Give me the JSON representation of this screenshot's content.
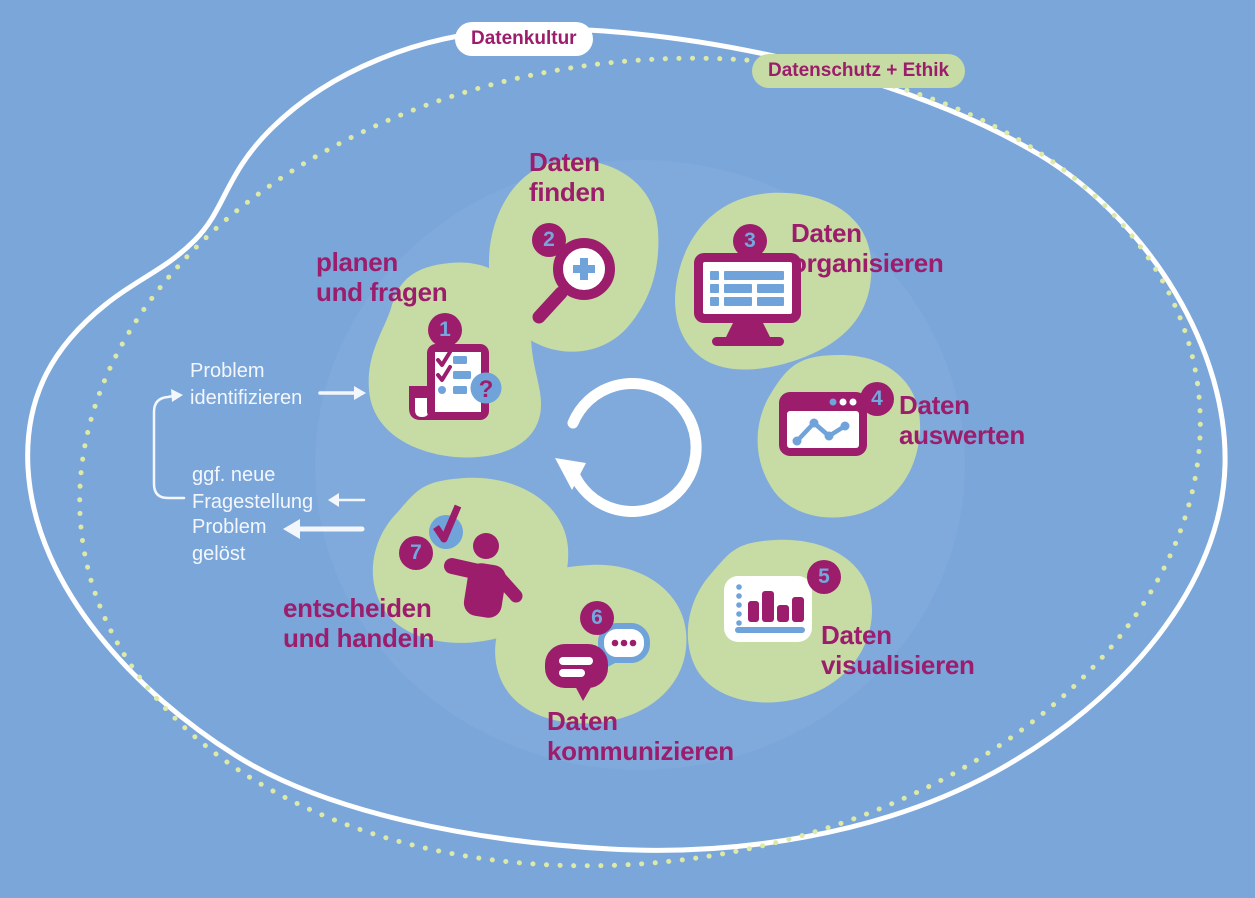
{
  "pills": {
    "datenkultur": "Datenkultur",
    "datenschutz_ethik": "Datenschutz + Ethik"
  },
  "steps": [
    {
      "num": "1",
      "label": "planen\nund fragen",
      "icon": "checklist-clipboard"
    },
    {
      "num": "2",
      "label": "Daten\nfinden",
      "icon": "magnifying-glass-plus"
    },
    {
      "num": "3",
      "label": "Daten\norganisieren",
      "icon": "monitor-table"
    },
    {
      "num": "4",
      "label": "Daten\nauswerten",
      "icon": "browser-line-chart"
    },
    {
      "num": "5",
      "label": "Daten\nvisualisieren",
      "icon": "bar-chart-card"
    },
    {
      "num": "6",
      "label": "Daten\nkommunizieren",
      "icon": "speech-bubbles"
    },
    {
      "num": "7",
      "label": "entscheiden\nund handeln",
      "icon": "person-check"
    }
  ],
  "annotations": {
    "problem_identifizieren": "Problem\nidentifizieren",
    "neue_fragestellung": "ggf. neue\nFragestellung",
    "problem_geloest": "Problem\ngelöst"
  },
  "center_icon": "cycle-arrow",
  "glyphs": {
    "question_mark": "?"
  },
  "colors": {
    "background": "#7BA6DA",
    "blob_green": "#C7DBA4",
    "magenta": "#9B1D6B",
    "accent_blue": "#6FA3D9",
    "dot_green": "#DDE9A6",
    "white": "#FFFFFF"
  }
}
